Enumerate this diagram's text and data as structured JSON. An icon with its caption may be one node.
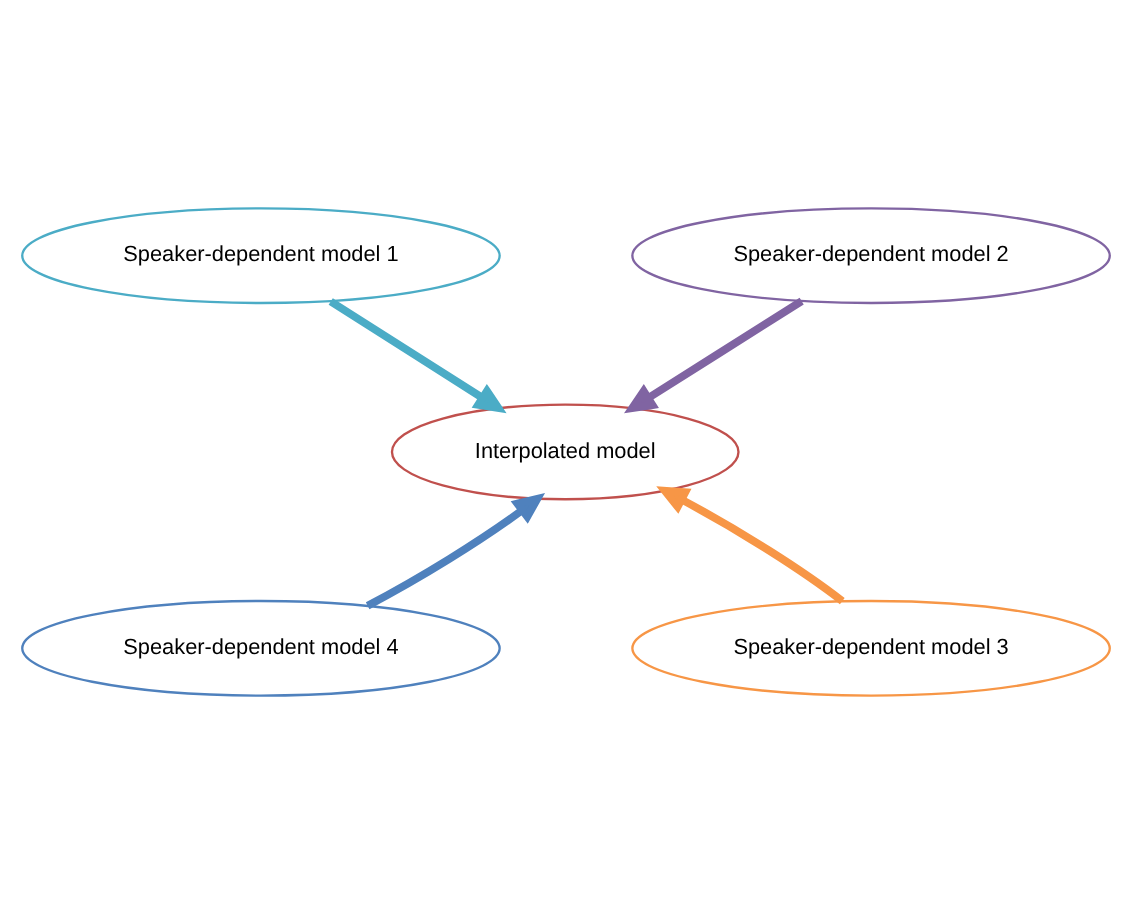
{
  "diagram": {
    "nodes": [
      {
        "text": [
          "Speaker-dependent model 1"
        ]
      },
      {
        "text": [
          "Speaker-dependent model 2"
        ]
      },
      {
        "text": [
          "Interpolated model"
        ]
      },
      {
        "text": [
          "Speaker-dependent model 3"
        ]
      },
      {
        "text": [
          "Speaker-dependent model 4"
        ]
      }
    ],
    "edges": [
      {
        "from": 0,
        "to": 2,
        "arrow": "to",
        "color": "#4bacc6"
      },
      {
        "from": 1,
        "to": 2,
        "arrow": "to",
        "color": "#8064a2"
      },
      {
        "from": 3,
        "to": 2,
        "arrow": "to",
        "color": "#f79646"
      },
      {
        "from": 4,
        "to": 2,
        "arrow": "to",
        "color": "#4f81bd"
      }
    ]
  }
}
